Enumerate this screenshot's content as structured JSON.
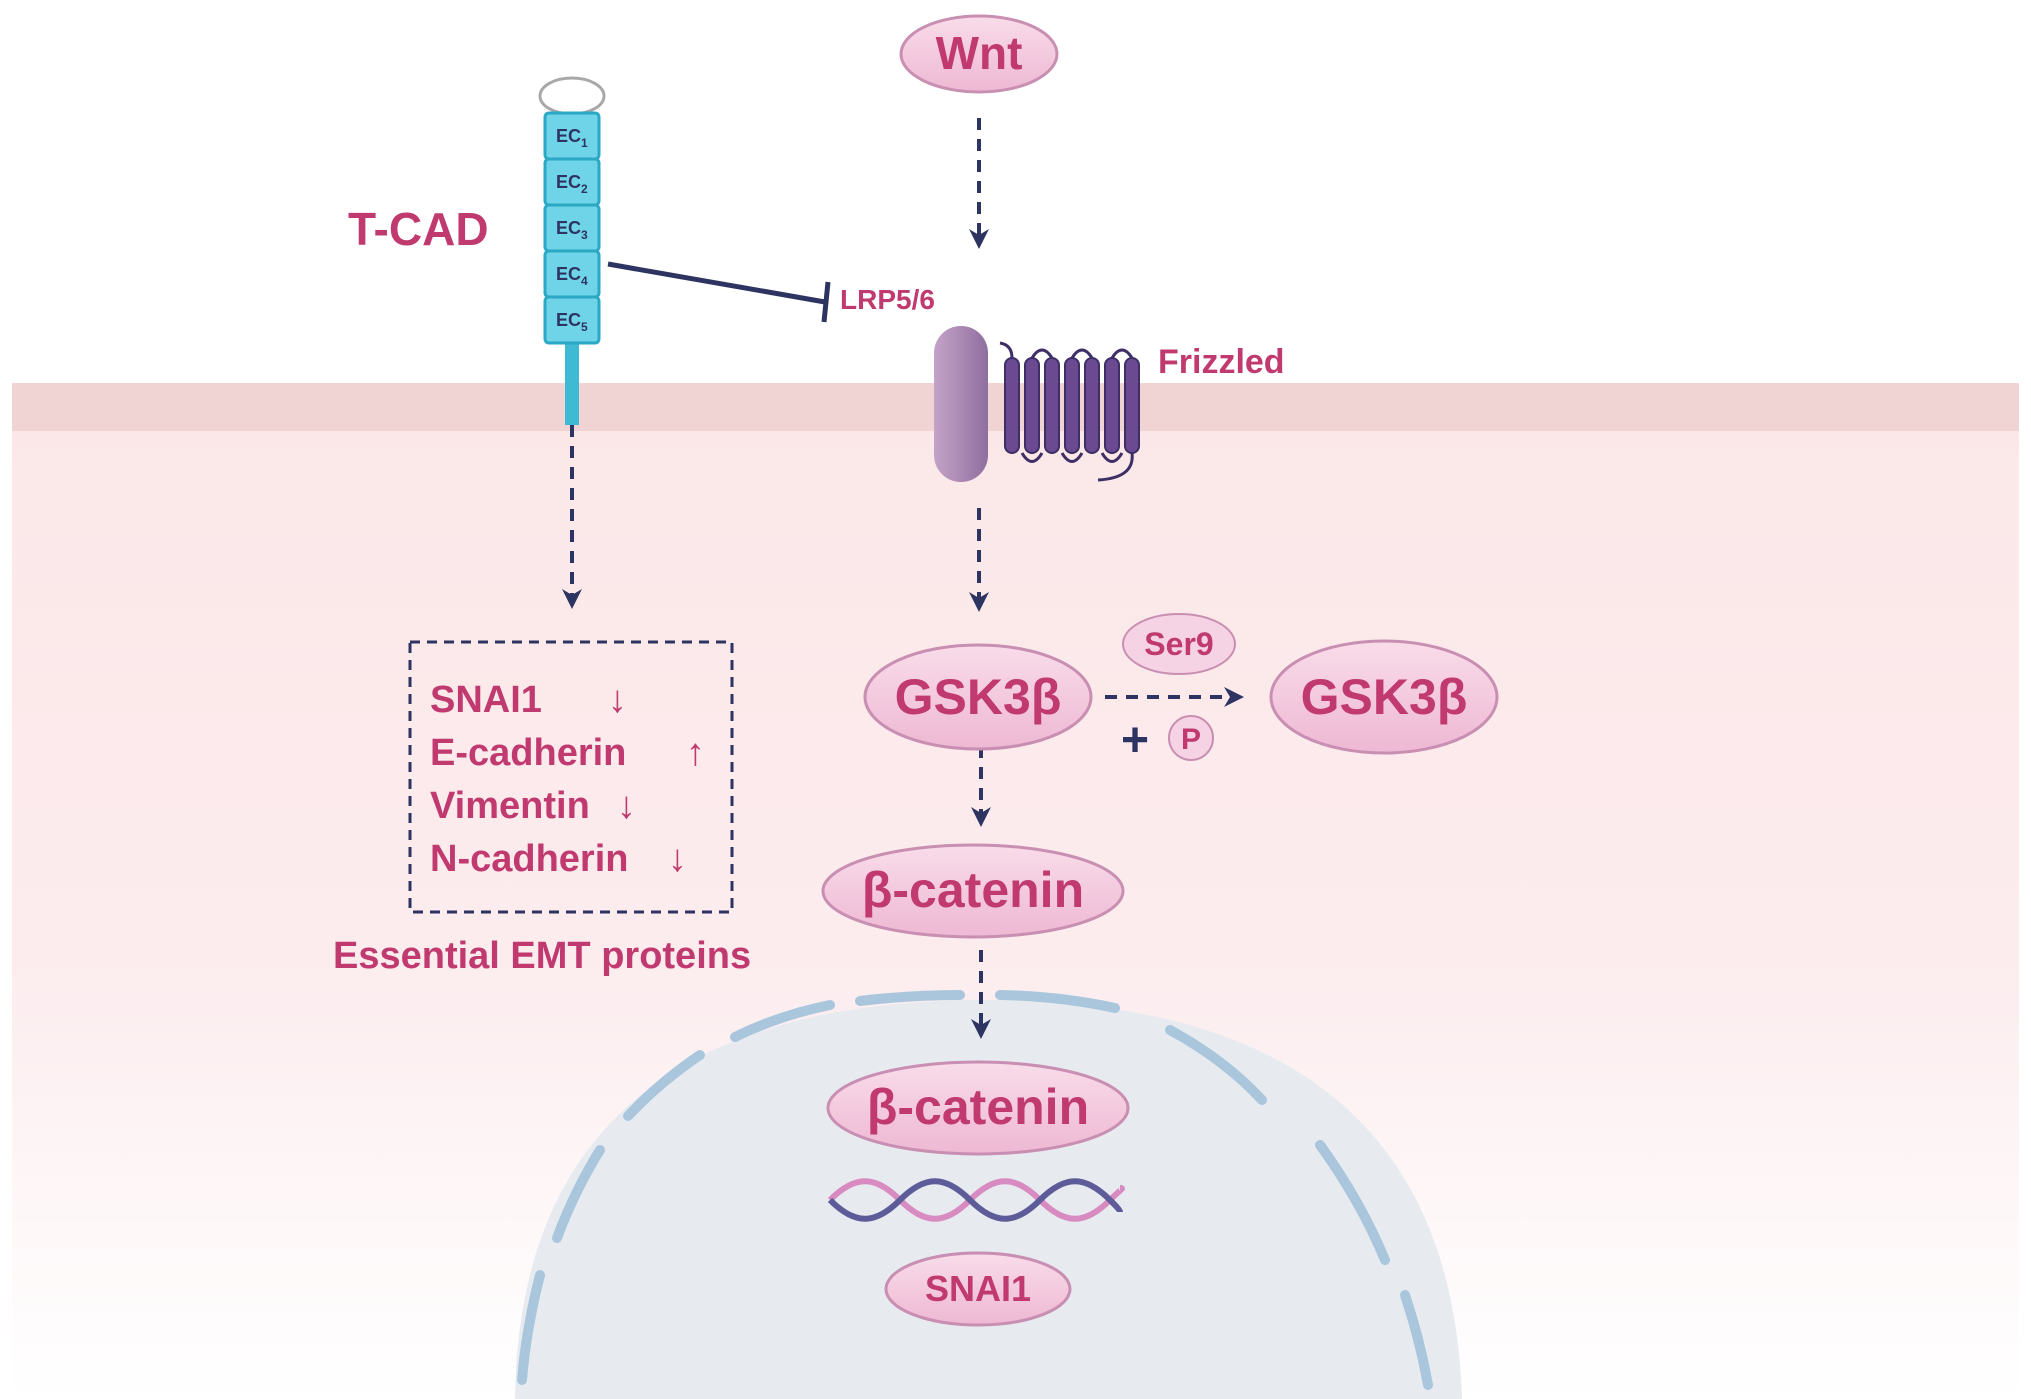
{
  "colors": {
    "label": "#c0396f",
    "arrow": "#2e3461",
    "oval_fill": "#f3c8de",
    "oval_stroke": "#c98fb2",
    "membrane": "#efd5d5",
    "cytoplasm": "#fbe9ea",
    "nucleus_fill": "#e6ebf1",
    "nucleus_envelope": "#a9c6dc",
    "receptor": "#6b4a92",
    "tcad": "#6fd4e8"
  },
  "tcad": {
    "title": "T-CAD",
    "domains": [
      {
        "main": "EC",
        "sub": "1"
      },
      {
        "main": "EC",
        "sub": "2"
      },
      {
        "main": "EC",
        "sub": "3"
      },
      {
        "main": "EC",
        "sub": "4"
      },
      {
        "main": "EC",
        "sub": "5"
      }
    ]
  },
  "wnt": "Wnt",
  "lrp": "LRP5/6",
  "frizzled": "Frizzled",
  "emt": {
    "items": [
      {
        "name": "SNAI1",
        "arrow": "↓"
      },
      {
        "name": "E-cadherin",
        "arrow": "↑"
      },
      {
        "name": "Vimentin",
        "arrow": "↓"
      },
      {
        "name": "N-cadherin",
        "arrow": "↓"
      }
    ],
    "caption": "Essential EMT proteins"
  },
  "gsk": "GSK3β",
  "gsk_phos": "GSK3β",
  "ser9": "Ser9",
  "plus": "+",
  "phos": "P",
  "catenin_cyto": "β-catenin",
  "catenin_nuc": "β-catenin",
  "snai_gene": "SNAI1"
}
